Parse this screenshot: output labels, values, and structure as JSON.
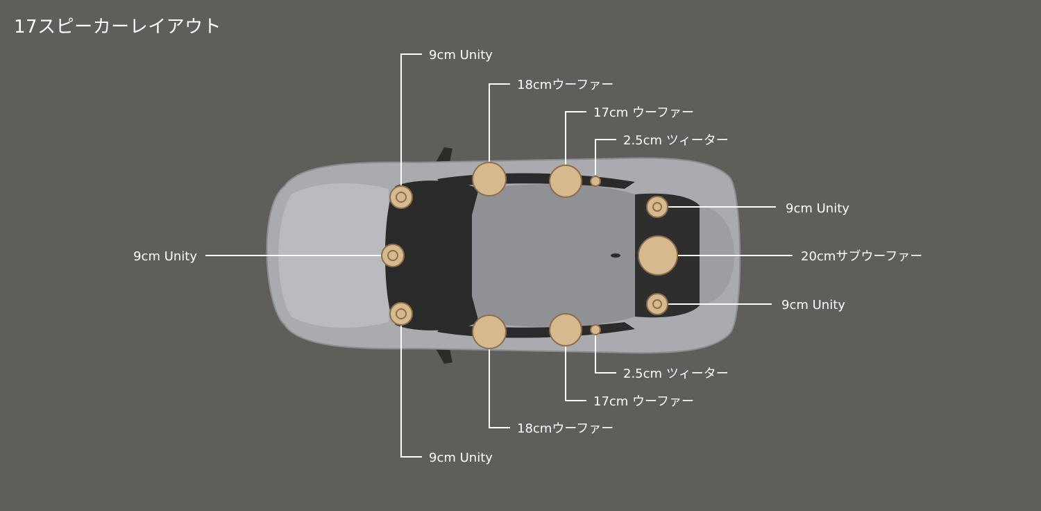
{
  "title": "17スピーカーレイアウト",
  "colors": {
    "background": "#5f5e5b",
    "speaker_fill": "#d6b98e",
    "speaker_stroke": "#8a6f4a",
    "line": "#ffffff",
    "car_body": "#a9abae",
    "glass": "#2a2a2a"
  },
  "labels": {
    "unity_front_top": "9cm Unity",
    "woofer18_top": "18cmウーファー",
    "woofer17_top": "17cm ウーファー",
    "tweeter_top": "2.5cm ツィーター",
    "unity_rear_top": "9cm Unity",
    "unity_center": "9cm Unity",
    "subwoofer": "20cmサブウーファー",
    "unity_rear_bottom": "9cm Unity",
    "tweeter_bottom": "2.5cm ツィーター",
    "woofer17_bottom": "17cm ウーファー",
    "woofer18_bottom": "18cmウーファー",
    "unity_front_bottom": "9cm Unity"
  }
}
